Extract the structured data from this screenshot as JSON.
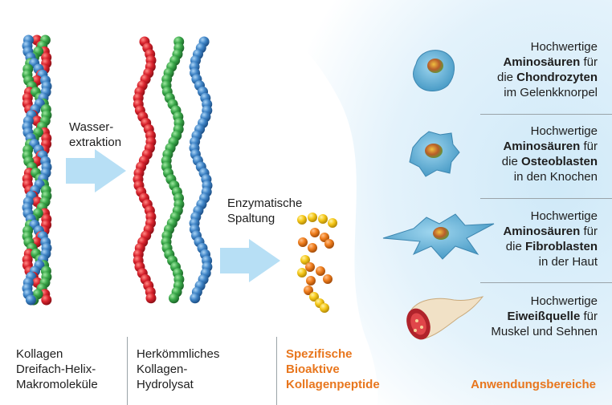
{
  "steps": {
    "water_extraction": [
      "Wasser-",
      "extraktion"
    ],
    "enzymatic_cleavage": [
      "Enzymatische",
      "Spaltung"
    ]
  },
  "columns": {
    "col1": [
      "Kollagen",
      "Dreifach-Helix-",
      "Makromoleküle"
    ],
    "col2": [
      "Herkömmliches",
      "Kollagen-",
      "Hydrolysat"
    ],
    "col3": [
      "Spezifische",
      "Bioaktive",
      "Kollagenpeptide"
    ],
    "col4": "Anwendungsbereiche"
  },
  "applications": [
    {
      "l1": "Hochwertige",
      "b2": "Aminosäuren",
      "n2": " für",
      "n3a": "die ",
      "b3": "Chondrozyten",
      "l4": "im Gelenkknorpel",
      "icon": "chondrocyte-cell-icon"
    },
    {
      "l1": "Hochwertige",
      "b2": "Aminosäuren",
      "n2": " für",
      "n3a": "die ",
      "b3": "Osteoblasten",
      "l4": "in den Knochen",
      "icon": "osteoblast-cell-icon"
    },
    {
      "l1": "Hochwertige",
      "b2": "Aminosäuren",
      "n2": " für",
      "n3a": "die ",
      "b3": "Fibroblasten",
      "l4": "in der Haut",
      "icon": "fibroblast-cell-icon"
    },
    {
      "l1": "Hochwertige",
      "b2": "Eiweißquelle",
      "n2": " für",
      "n3a": "Muskel und Sehnen",
      "b3": "",
      "l4": "",
      "icon": "muscle-tendon-icon"
    }
  ],
  "colors": {
    "red": "#d9232d",
    "green": "#3aa84a",
    "blue": "#3f84c6",
    "yellow": "#f6c818",
    "orange": "#ef7d1c",
    "accent_orange": "#e8761d",
    "arrow": "#b7dff5",
    "background_blue": "#cfe9f8"
  }
}
